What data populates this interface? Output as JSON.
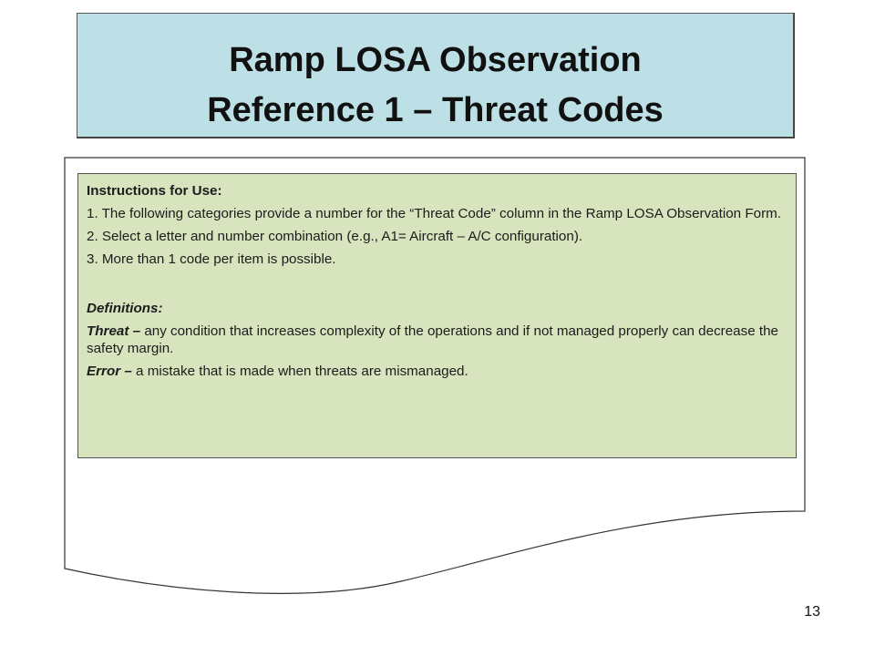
{
  "title": {
    "line1": "Ramp LOSA Observation",
    "line2": "Reference 1 – Threat Codes"
  },
  "instructions": {
    "heading": "Instructions for Use:",
    "items": [
      "1. The following categories provide a number for the “Threat Code” column in the Ramp LOSA Observation Form.",
      "2. Select a letter and number combination (e.g., A1= Aircraft – A/C configuration).",
      "3. More than 1 code per item is possible."
    ]
  },
  "definitions": {
    "heading": "Definitions:",
    "threat_term": "Threat –",
    "threat_text": " any condition that increases complexity of the operations and if not managed properly can decrease the safety margin.",
    "error_term": "Error –",
    "error_text": " a mistake that is made when threats are mismanaged."
  },
  "colors": {
    "title_bg": "#bde0e6",
    "instructions_bg": "#d7e4bd"
  },
  "page_number": "13"
}
